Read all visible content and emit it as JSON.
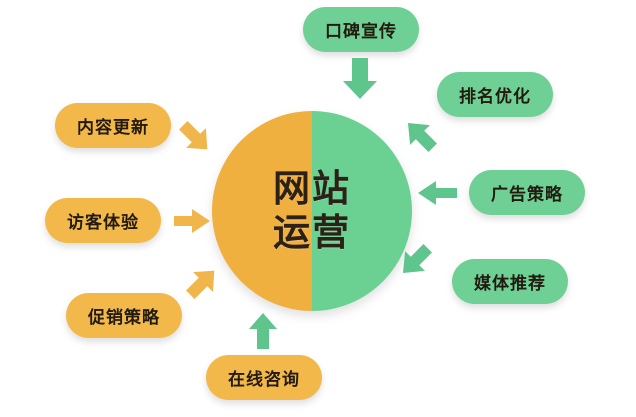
{
  "diagram": {
    "title": "网站运营",
    "center": {
      "line1": "网站",
      "line2": "运营",
      "left_color": "#f0b040",
      "right_color": "#6bd193",
      "text_color": "#2b2117"
    },
    "palette": {
      "green": "#6ed094",
      "orange": "#f2b94a",
      "green_arrow": "#5ec68c",
      "orange_arrow": "#f0b64c",
      "background": "#ffffff"
    },
    "nodes": [
      {
        "id": "content-update",
        "label": "内容更新",
        "color": "orange",
        "side": "left",
        "arrow": "down-right",
        "arrow_color": "#f0b64c"
      },
      {
        "id": "visitor-experience",
        "label": "访客体验",
        "color": "orange",
        "side": "left",
        "arrow": "right",
        "arrow_color": "#f0b64c"
      },
      {
        "id": "promotion-strategy",
        "label": "促销策略",
        "color": "orange",
        "side": "left",
        "arrow": "up-right",
        "arrow_color": "#f0b64c"
      },
      {
        "id": "online-consultation",
        "label": "在线咨询",
        "color": "orange",
        "side": "bottom",
        "arrow": "up",
        "arrow_color": "#5ec68c"
      },
      {
        "id": "word-of-mouth",
        "label": "口碑宣传",
        "color": "green",
        "side": "top",
        "arrow": "down",
        "arrow_color": "#5ec68c"
      },
      {
        "id": "ranking-optimization",
        "label": "排名优化",
        "color": "green",
        "side": "right",
        "arrow": "down-left",
        "arrow_color": "#5ec68c"
      },
      {
        "id": "advertising-strategy",
        "label": "广告策略",
        "color": "green",
        "side": "right",
        "arrow": "left",
        "arrow_color": "#5ec68c"
      },
      {
        "id": "media-recommendation",
        "label": "媒体推荐",
        "color": "green",
        "side": "right",
        "arrow": "up-left",
        "arrow_color": "#5ec68c"
      }
    ]
  }
}
